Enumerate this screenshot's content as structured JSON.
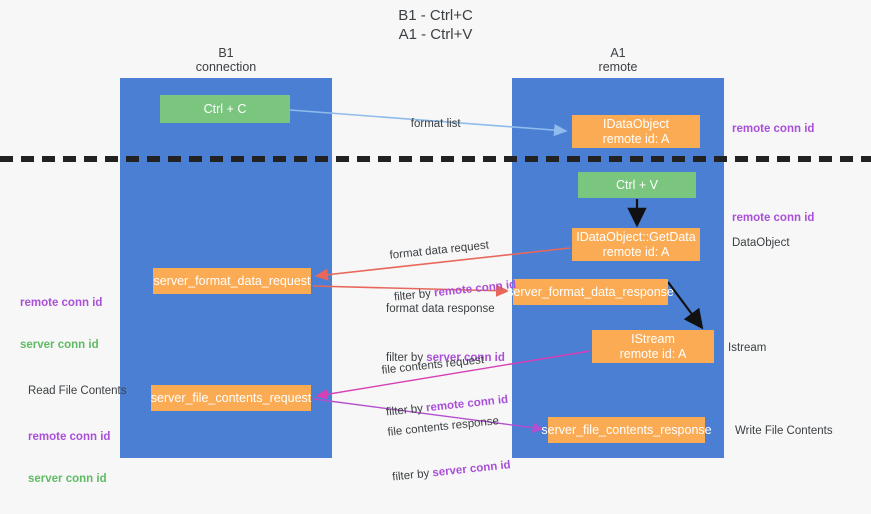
{
  "title": {
    "line1": "B1 - Ctrl+C",
    "line2": "A1 - Ctrl+V"
  },
  "columns": [
    {
      "id": "b1",
      "line1": "B1",
      "line2": "connection"
    },
    {
      "id": "a1",
      "line1": "A1",
      "line2": "remote"
    }
  ],
  "nodes": {
    "ctrl_c": {
      "line1": "Ctrl + C",
      "line2": ""
    },
    "idataobject": {
      "line1": "IDataObject",
      "line2": "remote id: A"
    },
    "ctrl_v": {
      "line1": "Ctrl + V",
      "line2": ""
    },
    "getdata": {
      "line1": "IDataObject::GetData",
      "line2": "remote id: A"
    },
    "server_format_data_request": {
      "line1": "server_format_data_request",
      "line2": ""
    },
    "server_format_data_response": {
      "line1": "server_format_data_response",
      "line2": ""
    },
    "istream": {
      "line1": "IStream",
      "line2": "remote id: A"
    },
    "server_file_contents_request": {
      "line1": "server_file_contents_request",
      "line2": ""
    },
    "server_file_contents_response": {
      "line1": "server_file_contents_response",
      "line2": ""
    }
  },
  "edge_labels": {
    "format_list": "format list",
    "format_data_request": "format data request",
    "format_data_request_filter_prefix": "filter by ",
    "format_data_request_filter_key": "remote conn id",
    "format_data_response": "format data response",
    "format_data_response_filter_prefix": "filter by ",
    "format_data_response_filter_key": "server conn id",
    "file_contents_request": "file contents request",
    "file_contents_request_filter_prefix": "filter by ",
    "file_contents_request_filter_key": "remote conn id",
    "file_contents_response": "file contents response",
    "file_contents_response_filter_prefix": "filter by ",
    "file_contents_response_filter_key": "server conn id"
  },
  "annotations": {
    "remote_conn_id_top": "remote conn id",
    "remote_conn_id_mid": "remote conn id",
    "dataobject": "DataObject",
    "istream": "Istream",
    "write_file_contents": "Write File Contents",
    "read_file_contents": "Read File Contents",
    "left_mid_remote": "remote conn id",
    "left_mid_server": "server conn id",
    "left_bot_remote": "remote conn id",
    "left_bot_server": "server conn id"
  },
  "colors": {
    "lane": "#4a7fd4",
    "node_green": "#7bc67e",
    "node_orange": "#fbab54",
    "purple": "#a94fd8",
    "green_text": "#5fbb63",
    "arrow_lightblue": "#8fbcec",
    "arrow_red": "#e8675a",
    "arrow_magenta": "#d63fb5",
    "arrow_purple": "#b44fd0",
    "arrow_black": "#111111",
    "background": "#f7f7f7"
  }
}
